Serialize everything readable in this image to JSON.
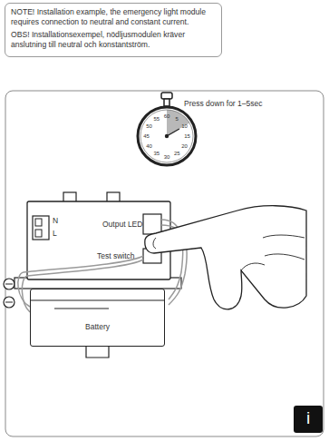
{
  "diagram": {
    "nodes": [
      {
        "text": [
          "NOTE! Installation example, the emergency light module requires connection to neutral and constant current.",
          "OBS! Installationsexempel, nödljusmodulen kräver anslutning till neutral och konstantström."
        ]
      },
      {
        "text": [
          "N",
          "L",
          "Output LED",
          "Test switch"
        ]
      },
      {
        "text": [
          "Battery"
        ]
      },
      {
        "text": [
          "i"
        ]
      }
    ],
    "labels": [
      "Press down for 1–5sec",
      "60",
      "5",
      "10",
      "15",
      "20",
      "25",
      "30",
      "35",
      "40",
      "45",
      "50",
      "55"
    ]
  }
}
